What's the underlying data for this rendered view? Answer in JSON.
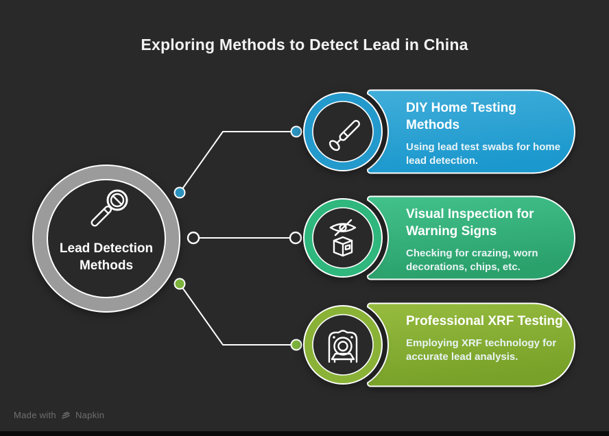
{
  "colors": {
    "background": "#292929",
    "bottom_bar": "#0a0a0a",
    "ring_gray": "#9b9b9b"
  },
  "title": "Exploring Methods to Detect Lead in China",
  "center": {
    "label": "Lead Detection Methods",
    "icon": "magnifier-no-lead-icon",
    "ring_color": "#9b9b9b"
  },
  "branches": [
    {
      "title": "DIY Home Testing Methods",
      "description": "Using lead test swabs for home lead detection.",
      "icon": "lead-test-swab-icon",
      "ring_color": "#2499cc",
      "gradient_top": "#41aeda",
      "gradient_bottom": "#1b98cd",
      "connector_dot_color": "#2b93be",
      "connector_style": "filled-dots"
    },
    {
      "title": "Visual Inspection for Warning Signs",
      "description": "Checking for crazing, worn decorations, chips, etc.",
      "icon": "box-inspection-eye-icon",
      "ring_color": "#2fb77d",
      "gradient_top": "#43c28c",
      "gradient_bottom": "#2aa06b",
      "connector_style": "open-dots"
    },
    {
      "title": "Professional XRF Testing",
      "description": "Employing XRF technology for accurate lead analysis.",
      "icon": "xrf-scanner-icon",
      "ring_color": "#8ab237",
      "gradient_top": "#96bb3f",
      "gradient_bottom": "#78a129",
      "connector_dot_color": "#7cb33c",
      "connector_style": "filled-dots"
    }
  ],
  "footer": {
    "made_with": "Made with",
    "brand": "Napkin"
  }
}
